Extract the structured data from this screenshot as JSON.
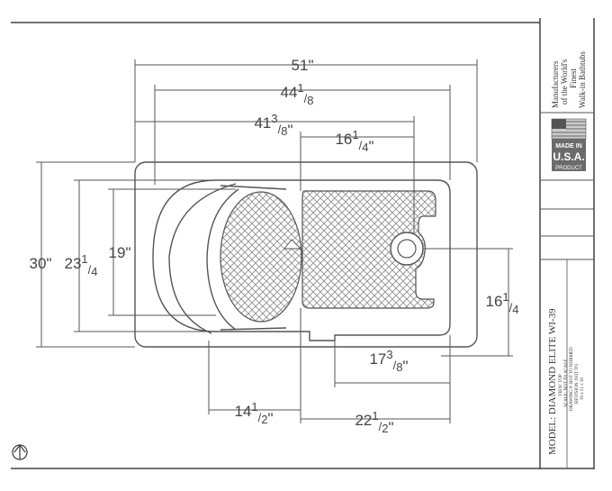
{
  "title_block": {
    "company_line1": "Manufacturers",
    "company_line2": "of the World's",
    "company_line3": "Finest",
    "company_line4": "Walk-in Bathtubs",
    "badge_line1": "MADE IN",
    "badge_line2": "U.S.A.",
    "badge_line3": "PRODUCT",
    "model_label": "MODEL: DIAMOND ELITE WI-39",
    "view_label": "VIEW: TOP",
    "scale_label": "SCALE: NOT TO SCALE",
    "drawing_label": "DRAWING #: BOT TO NORMED",
    "revision_label": "REVISION: NOT TO",
    "size_label": "39 x 51 x 30"
  },
  "dimensions": {
    "d51": {
      "whole": "51",
      "num": "",
      "den": ""
    },
    "d44": {
      "whole": "44",
      "num": "1",
      "den": "8"
    },
    "d41": {
      "whole": "41",
      "num": "3",
      "den": "8"
    },
    "d16top": {
      "whole": "16",
      "num": "1",
      "den": "4"
    },
    "d30": {
      "whole": "30",
      "num": "",
      "den": ""
    },
    "d23": {
      "whole": "23",
      "num": "1",
      "den": "4"
    },
    "d19": {
      "whole": "19",
      "num": "",
      "den": ""
    },
    "d16right": {
      "whole": "16",
      "num": "1",
      "den": "4"
    },
    "d17": {
      "whole": "17",
      "num": "3",
      "den": "8"
    },
    "d14": {
      "whole": "14",
      "num": "1",
      "den": "2"
    },
    "d22": {
      "whole": "22",
      "num": "1",
      "den": "2"
    }
  },
  "colors": {
    "line": "#555555",
    "hatch": "#8a8a8a",
    "badge_bg": "#6b6b6b"
  },
  "icons": {
    "north_arrow": "north-arrow-icon",
    "flag": "us-flag-icon"
  }
}
